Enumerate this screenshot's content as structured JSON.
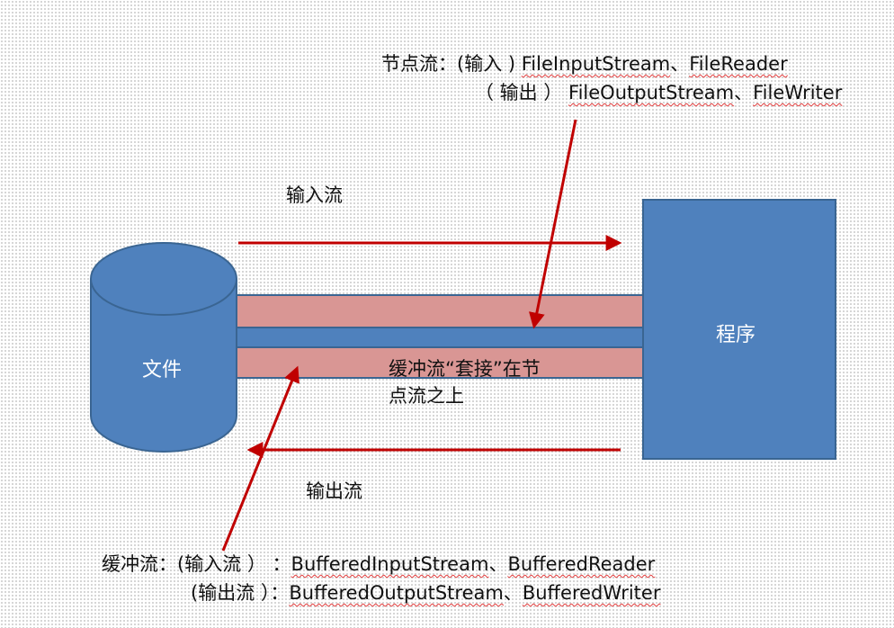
{
  "colors": {
    "shape_fill": "#4f81bd",
    "shape_stroke": "#3a6592",
    "band_fill": "#d99694",
    "arrow": "#c00000",
    "squiggle": "#e23b3b"
  },
  "node_stream": {
    "label": "节点流：",
    "input_prefix": "(输入 ) ",
    "input_classes": [
      "FileInputStream",
      "FileReader"
    ],
    "output_prefix": "（ 输出 ） ",
    "output_classes": [
      "FileOutputStream",
      "FileWriter"
    ],
    "separator": "、"
  },
  "input_flow_label": "输入流",
  "output_flow_label": "输出流",
  "file_label": "文件",
  "program_label": "程序",
  "buffer_note": {
    "line1": "缓冲流“套接”在节",
    "line2": "点流之上"
  },
  "buffered_stream": {
    "label": "缓冲流：",
    "input_prefix": "(输入流 ） ：",
    "input_classes": [
      "BufferedInputStream",
      "BufferedReader"
    ],
    "output_prefix": "(输出流 ）：",
    "output_classes": [
      "BufferedOutputStream",
      "BufferedWriter"
    ],
    "separator": "、"
  }
}
